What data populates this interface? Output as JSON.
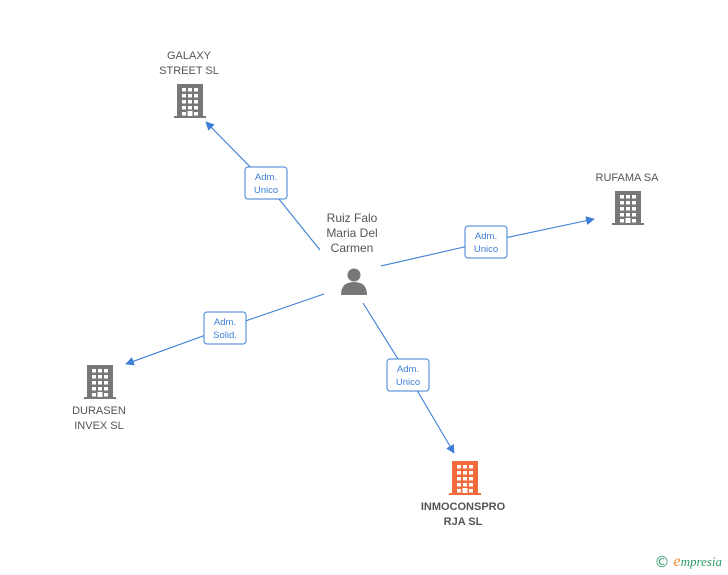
{
  "colors": {
    "company": "#777777",
    "highlight": "#f26b3a",
    "edge": "#3d7fd6",
    "person": "#777777"
  },
  "person": {
    "name_lines": [
      "Ruiz Falo",
      "Maria Del",
      "Carmen"
    ],
    "icon": "person-icon"
  },
  "companies": [
    {
      "id": "galaxy",
      "name_lines": [
        "GALAXY",
        "STREET  SL"
      ],
      "icon": "building-icon",
      "highlight": false
    },
    {
      "id": "rufama",
      "name_lines": [
        "RUFAMA SA"
      ],
      "icon": "building-icon",
      "highlight": false
    },
    {
      "id": "durasen",
      "name_lines": [
        "DURASEN",
        "INVEX  SL"
      ],
      "icon": "building-icon",
      "highlight": false
    },
    {
      "id": "inmoconspro",
      "name_lines": [
        "INMOCONSPRO",
        "RJA  SL"
      ],
      "icon": "building-icon",
      "highlight": true
    }
  ],
  "edges": [
    {
      "to": "galaxy",
      "label_lines": [
        "Adm.",
        "Unico"
      ]
    },
    {
      "to": "rufama",
      "label_lines": [
        "Adm.",
        "Unico"
      ]
    },
    {
      "to": "durasen",
      "label_lines": [
        "Adm.",
        "Solid."
      ]
    },
    {
      "to": "inmoconspro",
      "label_lines": [
        "Adm.",
        "Unico"
      ]
    }
  ],
  "footer": {
    "copyright": "©",
    "brand_initial": "e",
    "brand_rest": "mpresia"
  }
}
